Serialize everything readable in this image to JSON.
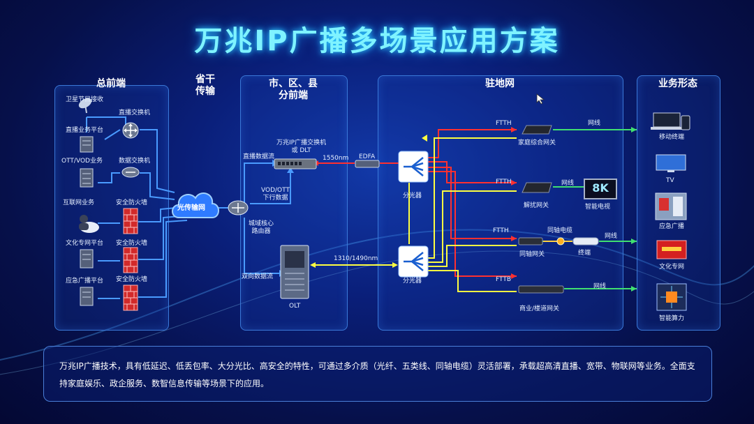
{
  "title": "万兆IP广播多场景应用方案",
  "panels": {
    "head": "总前端",
    "trunk": "省干\n传输",
    "branch": "市、区、县\n分前端",
    "station": "驻地网",
    "service": "业务形态"
  },
  "head_end": {
    "satellite": "卫星节目接收",
    "live_switch": "直播交换机",
    "live_platform": "直播业务平台",
    "ott": "OTT/VOD业务",
    "data_switch": "数据交换机",
    "internet": "互联网业务",
    "firewall1": "安全防火墙",
    "culture": "文化专网平台",
    "firewall2": "安全防火墙",
    "emergency": "应急广播平台",
    "firewall3": "安全防火墙",
    "cloud": "光传输网"
  },
  "branch_end": {
    "core_router": "城域核心\n路由器",
    "switch": "万兆IP广播交换机\n或 DLT",
    "live_stream": "直播数据流",
    "vod": "VOD/OTT\n下行数据",
    "bidir": "双向数据流",
    "olt": "OLT",
    "wl1": "1550nm",
    "edfa": "EDFA",
    "wl2": "1310/1490nm"
  },
  "station_net": {
    "splitter1": "分光器",
    "splitter2": "分光器",
    "ftth1": "FTTH",
    "ftth2": "FTTH",
    "ftth3": "FTTH",
    "fttb": "FTTB",
    "home_gw": "家庭综合网关",
    "decoder_gw": "解扰网关",
    "coax_gw": "同轴网关",
    "coax_cable": "同轴电缆",
    "terminal": "终端",
    "biz_gw": "商业/楼道网关",
    "smart_tv": "智能电视",
    "badge_8k": "8K",
    "net1": "网线",
    "net2": "网线",
    "net3": "网线",
    "net4": "网线"
  },
  "services": {
    "mobile": "移动终端",
    "tv": "TV",
    "emergency": "应急广播",
    "culture": "文化专网",
    "ai": "智能算力"
  },
  "description": "万兆IP广播技术，具有低延迟、低丢包率、大分光比、高安全的特性，可通过多介质（光纤、五类线、同轴电缆）灵活部署，承载超高清直播、宽带、物联网等业务。全面支持家庭娱乐、政企服务、数智信息传输等场景下的应用。",
  "colors": {
    "title": "#7ff3ff",
    "optical_red": "#ff3030",
    "optical_yellow": "#ffff40",
    "network_green": "#40e070",
    "link_blue": "#4a9bff"
  }
}
